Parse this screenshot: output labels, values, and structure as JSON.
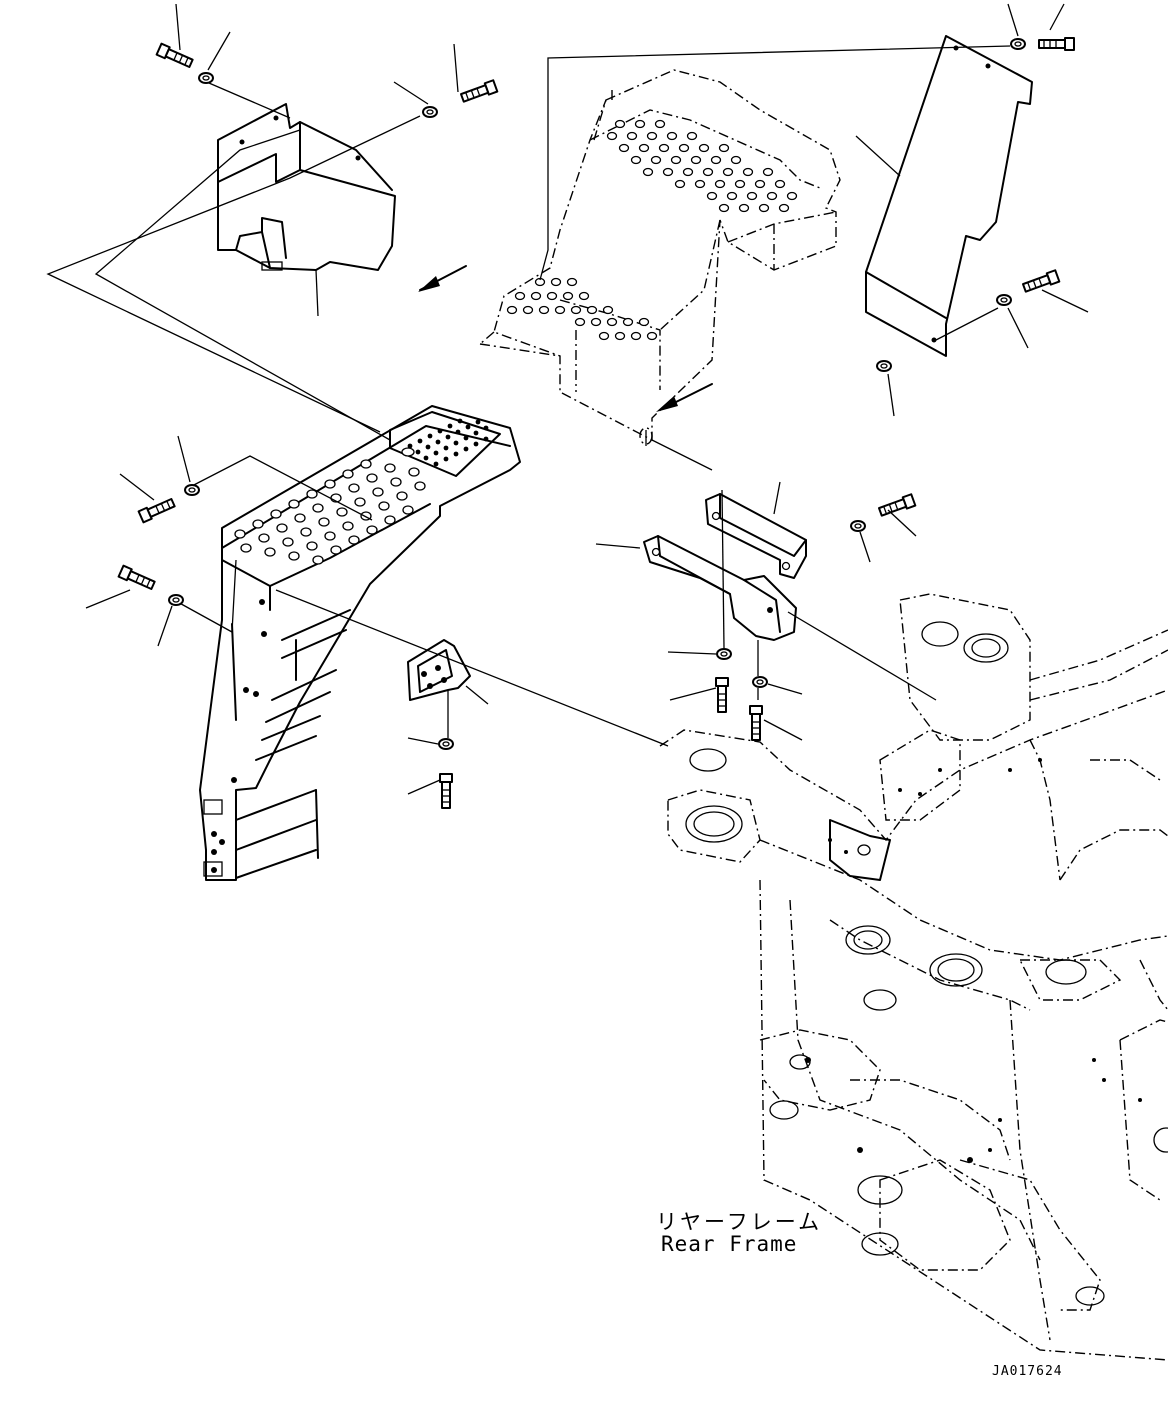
{
  "frame_label": {
    "japanese": "リヤーフレーム",
    "english": "Rear Frame"
  },
  "drawing_code": "JA017624"
}
